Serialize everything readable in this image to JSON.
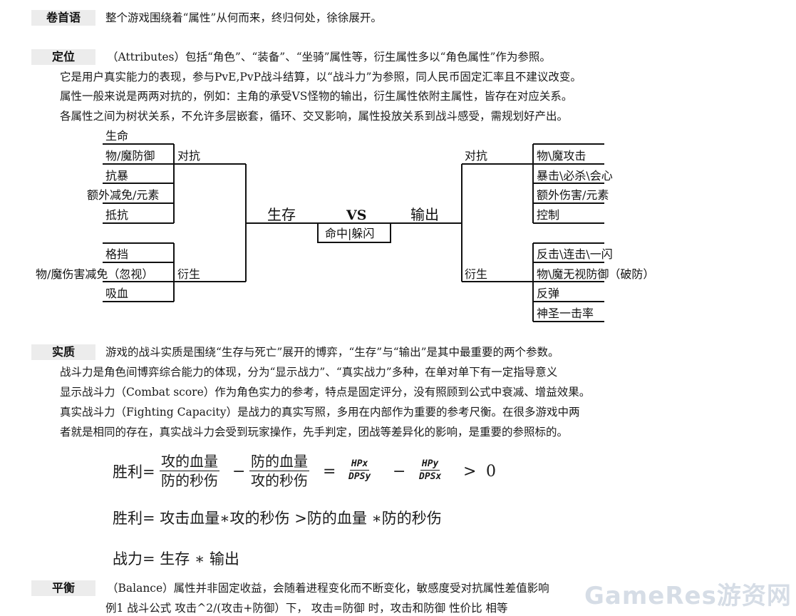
{
  "sections": {
    "preface": {
      "label": "卷首语",
      "text": "整个游戏围绕着“属性”从何而来，终归何处，徐徐展开。"
    },
    "positioning": {
      "label": "定位",
      "lines": [
        "（Attributes）包括“角色”、“装备”、“坐骑”属性等，衍生属性多以“角色属性”作为参照。",
        "它是用户真实能力的表现，参与PvE,PvP战斗结算，以“战斗力”为参照，同人民币固定汇率且不建议改变。",
        "属性一般来说是两两对抗的，例如：主角的承受VS怪物的输出，衍生属性依附主属性，皆存在对应关系。",
        "各属性之间为树状关系，不允许多层嵌套，循环、交叉影响，属性投放关系到战斗感受，需规划好产出。"
      ]
    },
    "essence": {
      "label": "实质",
      "lines": [
        "游戏的战斗实质是围绕“生存与死亡”展开的博弈，“生存”与“输出”是其中最重要的两个参数。",
        "战斗力是角色间博弈综合能力的体现，分为“显示战力”、“真实战力”多种，在单对单下有一定指导意义",
        "显示战斗力（Combat score）作为角色实力的参考，特点是固定评分，没有照顾到公式中衰减、增益效果。",
        "真实战斗力（Fighting Capacity）是战力的真实写照，多用在内部作为重要的参考尺衡。在很多游戏中两",
        "者就是相同的存在，真实战斗力会受到玩家操作，先手判定，团战等差异化的影响，是重要的参照标的。"
      ]
    },
    "balance": {
      "label": "平衡",
      "lines": [
        "（Balance）属性并非固定收益，会随着进程变化而不断变化，敏感度受对抗属性差值影响",
        "例1 战斗公式 攻击^2/(攻击+防御）下，  攻击=防御 时，攻击和防御 性价比 相等"
      ]
    }
  },
  "tree": {
    "center": {
      "left": "生存",
      "vs": "VS",
      "right": "输出",
      "box": "命中|躲闪"
    },
    "left": {
      "oppose_label": "对抗",
      "oppose_items": [
        "生命",
        "物/魔防御",
        "抗暴",
        "额外减免/元素",
        "抵抗"
      ],
      "derive_label": "衍生",
      "derive_items": [
        "格挡",
        "物/魔伤害减免（忽视）",
        "吸血"
      ]
    },
    "right": {
      "oppose_label": "对抗",
      "oppose_items": [
        "物\\魔攻击",
        "暴击\\必杀\\会心",
        "额外伤害/元素",
        "控制"
      ],
      "derive_label": "衍生",
      "derive_items": [
        "反击\\连击\\一闪",
        "物\\魔无视防御（破防）",
        "反弹",
        "神圣一击率"
      ]
    }
  },
  "formulas": {
    "f1": {
      "lhs": "胜利=",
      "frac1": {
        "num": "攻的血量",
        "den": "防的秒伤"
      },
      "minus": "−",
      "frac2": {
        "num": "防的血量",
        "den": "攻的秒伤"
      },
      "eq": "=",
      "frac3": {
        "num": "HPx",
        "den": "DPSy"
      },
      "minus2": "−",
      "frac4": {
        "num": "HPy",
        "den": "DPSx"
      },
      "gt": ">",
      "rhs": "0"
    },
    "f2": "胜利= 攻击血量∗攻的秒伤 >防的血量 ∗防的秒伤",
    "f3": "战力= 生存 ∗ 输出"
  },
  "watermark": "GameRes游资网"
}
